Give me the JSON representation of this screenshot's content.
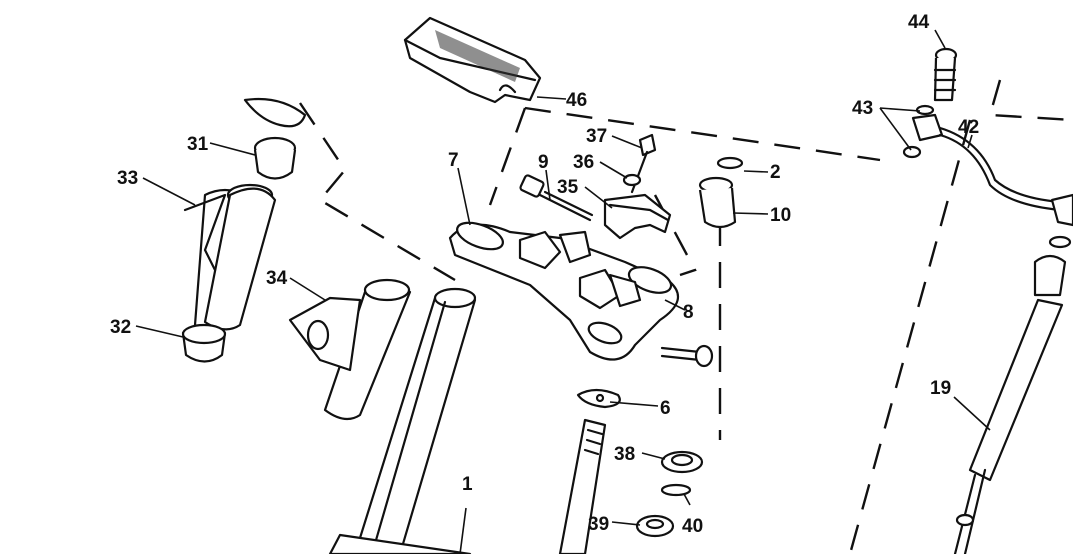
{
  "diagram": {
    "labels": {
      "l1": "1",
      "l2": "2",
      "l6": "6",
      "l7": "7",
      "l8": "8",
      "l9": "9",
      "l10": "10",
      "l19": "19",
      "l31": "31",
      "l32": "32",
      "l33": "33",
      "l34": "34",
      "l35": "35",
      "l36": "36",
      "l37": "37",
      "l38": "38",
      "l39": "39",
      "l40": "40",
      "l42": "42",
      "l43": "43",
      "l44": "44",
      "l46": "46"
    }
  }
}
